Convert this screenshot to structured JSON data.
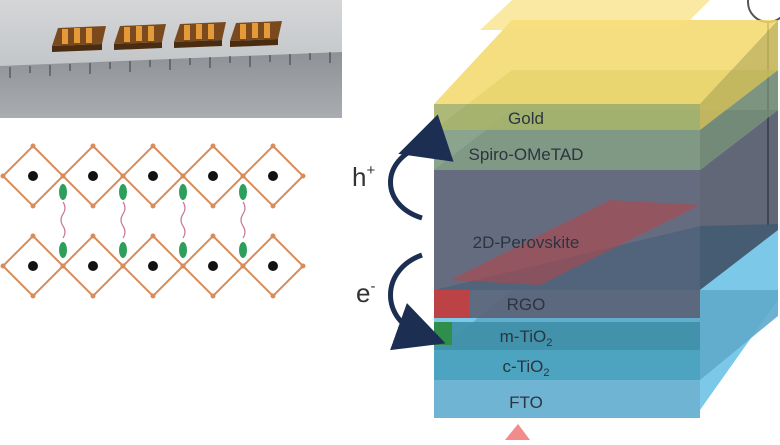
{
  "device": {
    "layers": {
      "gold": "Gold",
      "htl": "Spiro-OMeTAD",
      "perovskite": "2D-Perovskite",
      "rgo": "RGO",
      "mtio2": "m-TiO",
      "ctio2": "c-TiO",
      "fto": "FTO",
      "subscript": "2"
    },
    "carriers": {
      "hole_base": "h",
      "hole_sup": "+",
      "electron_base": "e",
      "electron_sup": "-"
    }
  },
  "colors": {
    "gold": "#f3d86a",
    "htl": "#9fbf8a",
    "perovskite": "#4a5268",
    "rgo_red": "#cc3b3b",
    "tio2": "#4aa3bf",
    "fto": "#6fb4d2",
    "substrate": "#4fb6e0",
    "arrow": "#1c2f52",
    "lattice_edge": "#d98c5a",
    "lattice_atom": "#111111",
    "spacer": "#2e9e5b"
  }
}
